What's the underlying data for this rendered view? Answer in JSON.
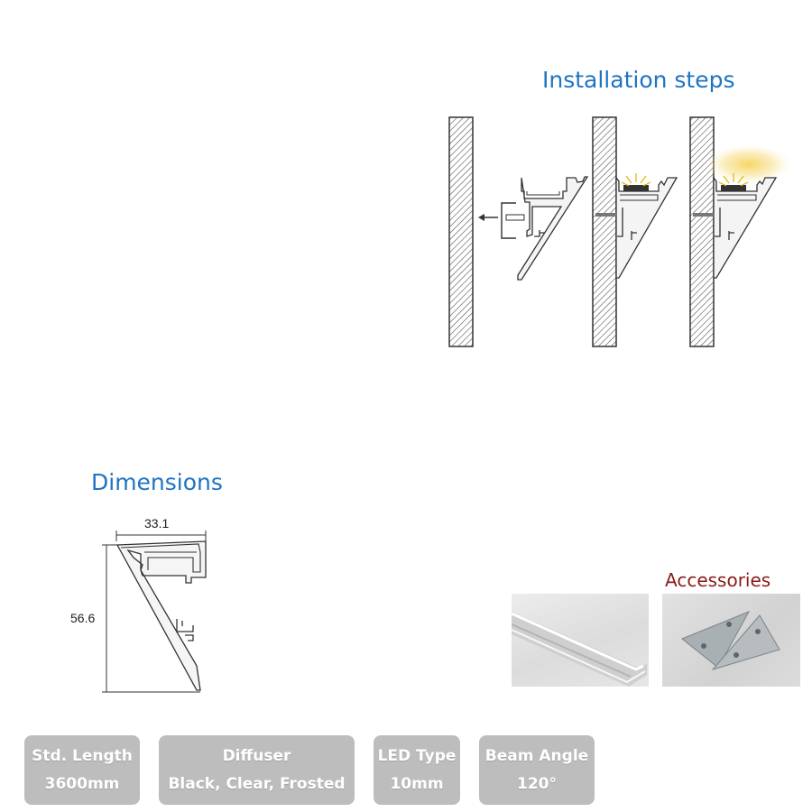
{
  "installation": {
    "title": "Installation steps"
  },
  "dimensions": {
    "title": "Dimensions",
    "width_label": "33.1",
    "height_label": "56.6"
  },
  "accessories": {
    "title": "Accessories"
  },
  "specs": [
    {
      "label": "Std. Length",
      "value": "3600mm"
    },
    {
      "label": "Diffuser",
      "value": "Black, Clear, Frosted"
    },
    {
      "label": "LED Type",
      "value": "10mm"
    },
    {
      "label": "Beam Angle",
      "value": "120°"
    }
  ],
  "colors": {
    "title_blue": "#1f74c2",
    "accessories_red": "#8b1a1a",
    "spec_bg": "#bdbdbd"
  }
}
